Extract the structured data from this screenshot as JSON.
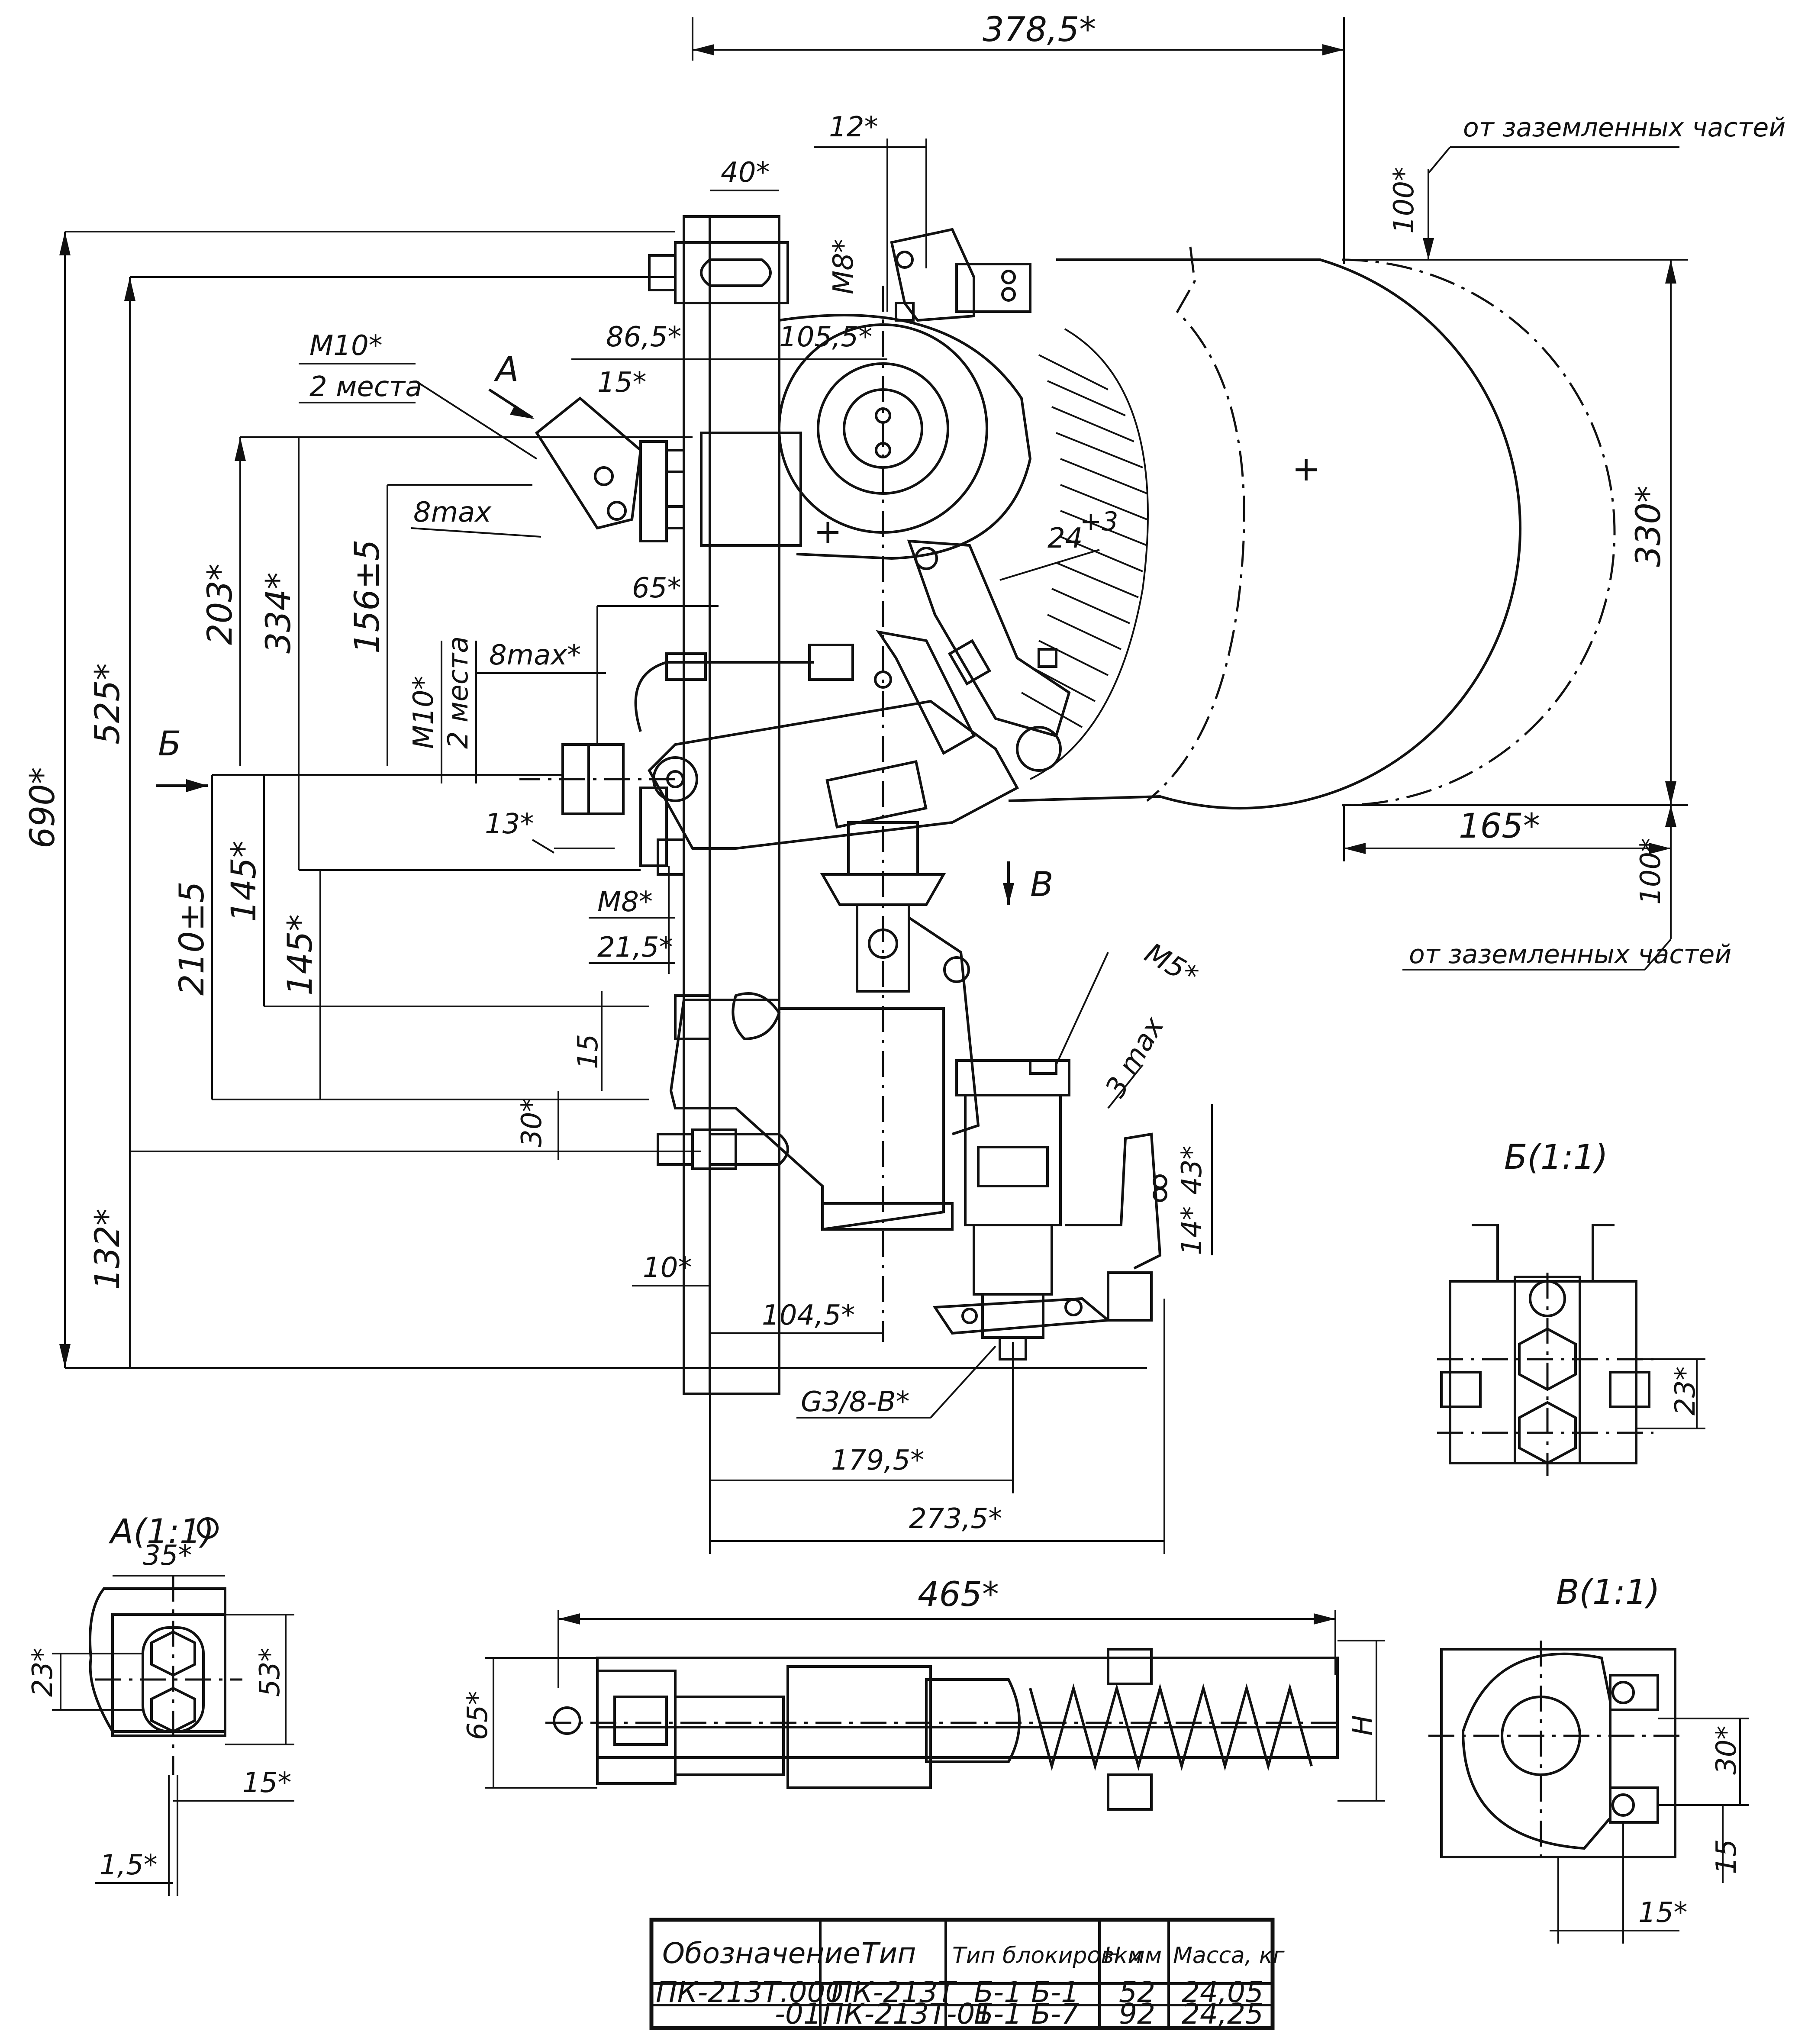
{
  "top_dims": {
    "overall_width": "378,5*",
    "d12": "12*",
    "d40": "40*",
    "d86_5": "86,5*",
    "d105_5": "105,5*",
    "d15": "15*",
    "m8_top": "M8*",
    "grounded_top": "от заземленных частей",
    "d100_top": "100*"
  },
  "left_dims": {
    "m10_a": "M10*",
    "two_places_a": "2 места",
    "view_a_letter": "А",
    "d8max_a": "8max",
    "d203": "203*",
    "d334": "334*",
    "d156": "156±5",
    "d525": "525*",
    "d690": "690*",
    "d65": "65*",
    "d8max_b": "8max*",
    "m10_b": "M10*",
    "two_places_b": "2 места",
    "view_b_letter": "Б",
    "d13": "13*",
    "d145_a": "145*",
    "d210": "210±5",
    "d145_b": "145*",
    "m8_b": "M8*",
    "d21_5": "21,5*",
    "d15b": "15",
    "d30": "30*",
    "d132": "132*",
    "d10": "10*",
    "d104_5": "104,5*",
    "g38": "G3/8-B*",
    "d179_5": "179,5*",
    "d273_5": "273,5*"
  },
  "right_dims": {
    "d24": "24",
    "d24_tol": "+3",
    "d330": "330*",
    "d165": "165*",
    "d100_bottom": "100*",
    "grounded_bottom": "от заземленных частей",
    "view_v_letter": "В",
    "m5": "M5*",
    "d3max": "3 max",
    "d43": "43*",
    "d14": "14*"
  },
  "view_b": {
    "title": "Б(1:1)",
    "d23": "23*"
  },
  "view_a": {
    "title": "А(1:1)",
    "d35": "35*",
    "d23": "23*",
    "d53": "53*",
    "d15": "15*",
    "d1_5": "1,5*"
  },
  "top_view": {
    "d465": "465*",
    "d65": "65*",
    "h": "H"
  },
  "view_v": {
    "title": "В(1:1)",
    "d30": "30*",
    "d15": "15",
    "d15b": "15*"
  },
  "spec_table": {
    "headers": [
      "Обозначение",
      "Тип",
      "Тип блокировки",
      "H мм",
      "Масса, кг"
    ],
    "rows": [
      [
        "ПК-213Т.000",
        "ПК-213Т",
        "Б-1 Б-1",
        "52",
        "24,05"
      ],
      [
        "-01",
        "ПК-213Т-01",
        "Б-1 Б-7",
        "92",
        "24,25"
      ]
    ]
  }
}
